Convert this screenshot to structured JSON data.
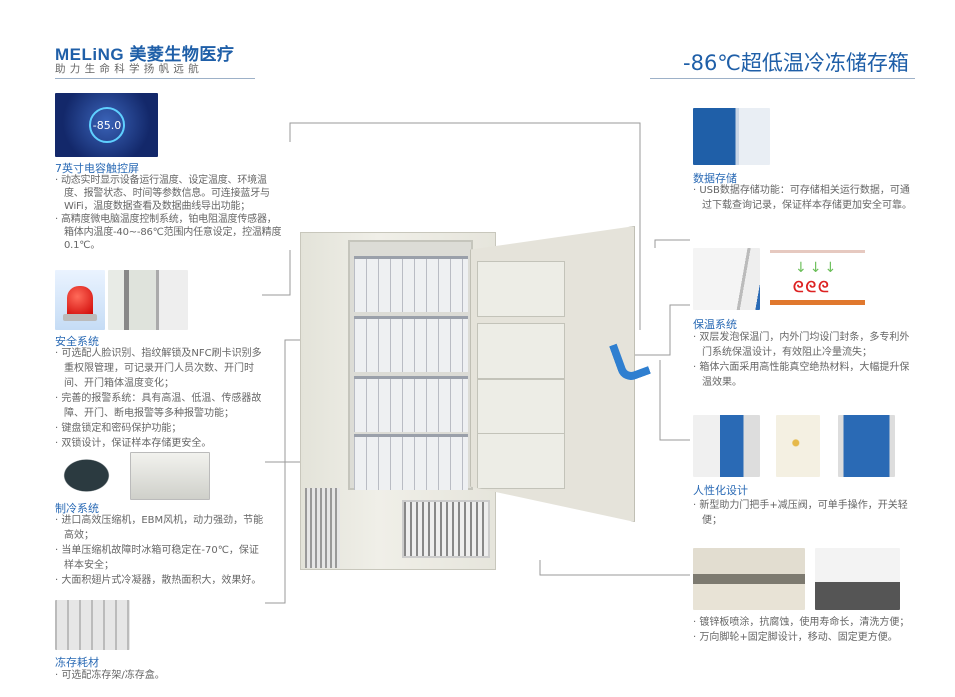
{
  "header": {
    "brand_latin": "MELiNG",
    "brand_cn": "美菱生物医疗",
    "slogan": "助力生命科学扬帆远航",
    "title": "-86℃超低温冷冻储存箱"
  },
  "screen": {
    "reading": "-85.0"
  },
  "sections": {
    "touchscreen": {
      "title": "7英寸电容触控屏",
      "items": [
        "· 动态实时显示设备运行温度、设定温度、环境温度、报警状态、时间等参数信息。可连接蓝牙与WiFi，温度数据查看及数据曲线导出功能；",
        "· 高精度微电脑温度控制系统，铂电阻温度传感器，箱体内温度-40~-86℃范围内任意设定，控温精度0.1℃。"
      ]
    },
    "safety": {
      "title": "安全系统",
      "items": [
        "· 可选配人脸识别、指纹解锁及NFC刷卡识别多重权限管理，可记录开门人员次数、开门时间、开门箱体温度变化；",
        "· 完善的报警系统：具有高温、低温、传感器故障、开门、断电报警等多种报警功能；",
        "· 键盘锁定和密码保护功能；",
        "· 双锁设计，保证样本存储更安全。"
      ]
    },
    "cooling": {
      "title": "制冷系统",
      "items": [
        "· 进口高效压缩机，EBM风机，动力强劲，节能高效；",
        "· 当单压缩机故障时冰箱可稳定在-70℃，保证样本安全；",
        "· 大面积翅片式冷凝器，散热面积大，效果好。"
      ]
    },
    "consumables": {
      "title": "冻存耗材",
      "items": [
        "· 可选配冻存架/冻存盒。"
      ]
    },
    "data_storage": {
      "title": "数据存储",
      "items": [
        "· USB数据存储功能：可存储相关运行数据，可通过下载查询记录，保证样本存储更加安全可靠。"
      ]
    },
    "insulation": {
      "title": "保温系统",
      "items": [
        "· 双层发泡保温门，内外门均设门封条，多专利外门系统保温设计，有效阻止冷量流失；",
        "· 箱体六面采用高性能真空绝热材料，大幅提升保温效果。"
      ]
    },
    "ergonomic": {
      "title": "人性化设计",
      "items": [
        "· 新型助力门把手+减压阀，可单手操作，开关轻便；"
      ]
    },
    "structure": {
      "items": [
        "· 镀锌板喷涂，抗腐蚀，使用寿命长，清洗方便；",
        "· 万向脚轮+固定脚设计，移动、固定更方便。"
      ]
    }
  },
  "colors": {
    "accent": "#1f5fa8",
    "text": "#666666"
  }
}
